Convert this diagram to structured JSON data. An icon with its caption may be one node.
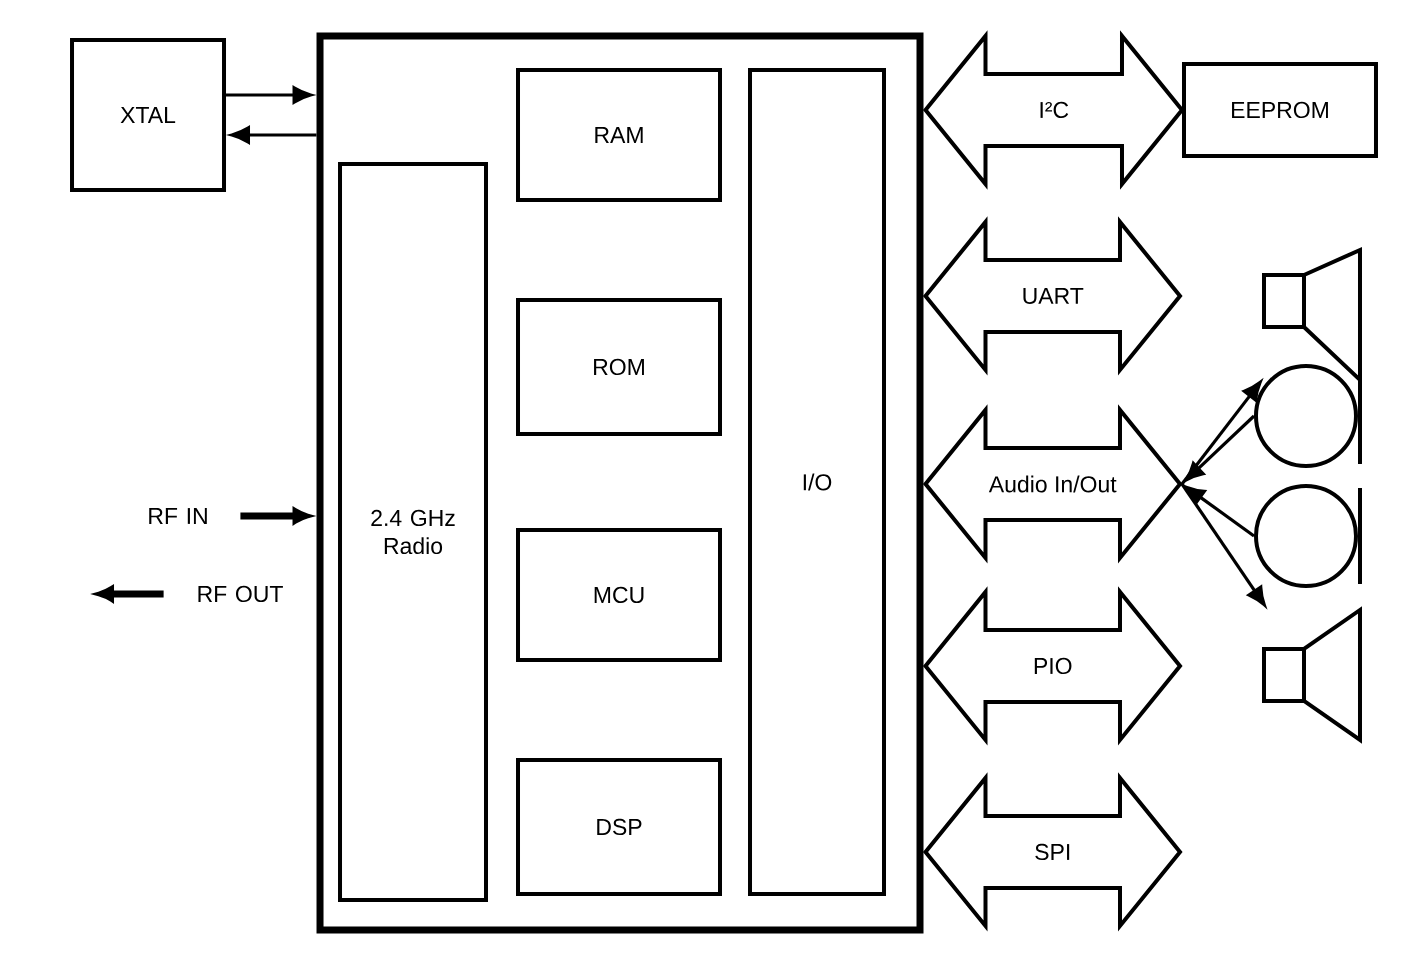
{
  "diagram": {
    "nodes": [
      {
        "text": [
          "XTAL"
        ]
      },
      {
        "text": [],
        "shape": "box"
      },
      {
        "text": [
          "2.4 GHz Radio"
        ],
        "in": 1
      },
      {
        "text": [
          "RAM"
        ],
        "in": 1
      },
      {
        "text": [
          "ROM"
        ],
        "in": 1
      },
      {
        "text": [
          "MCU"
        ],
        "in": 1
      },
      {
        "text": [
          "DSP"
        ],
        "in": 1
      },
      {
        "text": [
          "I/O"
        ],
        "in": 1
      },
      {
        "text": [
          "EEPROM"
        ]
      },
      {
        "text": [],
        "shape": "speaker"
      },
      {
        "text": [],
        "shape": "microphone"
      },
      {
        "text": [],
        "shape": "microphone"
      },
      {
        "text": [],
        "shape": "speaker"
      },
      {
        "text": [
          "RF IN"
        ]
      },
      {
        "text": [
          "RF OUT"
        ]
      }
    ],
    "edges": [
      {
        "from": 0,
        "to": 1,
        "arrow": "to"
      },
      {
        "from": 1,
        "to": 0,
        "arrow": "to"
      },
      {
        "from": 13,
        "to": 1,
        "arrow": "to",
        "style": "thick"
      },
      {
        "from": 14,
        "to": null,
        "arrow": "to",
        "style": "thick"
      },
      {
        "from": 7,
        "to": 8,
        "arrow": "both",
        "label": "I²C",
        "style": "thick"
      },
      {
        "from": 7,
        "to": null,
        "arrow": "both",
        "label": "UART",
        "style": "thick"
      },
      {
        "from": 7,
        "to": null,
        "arrow": "both",
        "label": "Audio In/Out",
        "style": "thick"
      },
      {
        "from": 7,
        "to": null,
        "arrow": "both",
        "label": "PIO",
        "style": "thick"
      },
      {
        "from": 7,
        "to": null,
        "arrow": "both",
        "label": "SPI",
        "style": "thick"
      },
      {
        "from": null,
        "to": 9,
        "arrow": "to"
      },
      {
        "from": 10,
        "to": null,
        "arrow": "to"
      },
      {
        "from": 11,
        "to": null,
        "arrow": "to"
      },
      {
        "from": null,
        "to": 12,
        "arrow": "to"
      }
    ]
  }
}
